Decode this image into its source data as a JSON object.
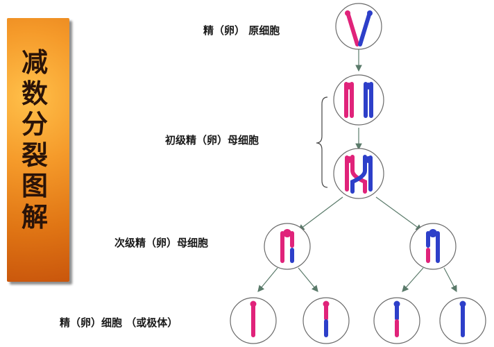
{
  "title": "减数分裂图解",
  "labels": {
    "spermatogonium": "精（卵） 原细胞",
    "primary": "初级精（卵）母细胞",
    "secondary": "次级精（卵）母细胞",
    "gamete": "精（卵）细胞 （或极体）"
  },
  "colors": {
    "maternal": "#e0237a",
    "paternal": "#2d3fc9",
    "arrow": "#5a7a6a",
    "banner": "#f08a1e"
  }
}
